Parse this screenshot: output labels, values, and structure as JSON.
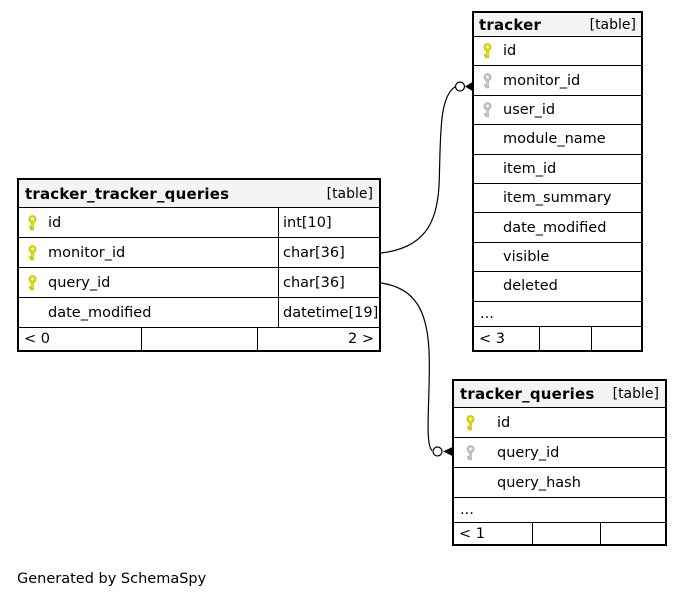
{
  "credit": "Generated by SchemaSpy",
  "ellipsis_label": "...",
  "colors": {
    "border": "#000000",
    "header_bg": "#f4f4f4",
    "edge": "#000000",
    "primary_key_fill": "#e5e500",
    "primary_key_stroke": "#b9b900",
    "foreign_key_fill": "#cccccc",
    "foreign_key_stroke": "#ababab"
  },
  "tables": [
    {
      "id": "t1",
      "name": "tracker_tracker_queries",
      "tag": "[table]",
      "columns": [
        {
          "name": "id",
          "type": "int[10]",
          "key": "primary"
        },
        {
          "name": "monitor_id",
          "type": "char[36]",
          "key": "primary"
        },
        {
          "name": "query_id",
          "type": "char[36]",
          "key": "primary"
        },
        {
          "name": "date_modified",
          "type": "datetime[19]",
          "key": "none"
        }
      ],
      "ellipsis": false,
      "footer": {
        "left": "< 0",
        "middle": "",
        "right": "2 >"
      }
    },
    {
      "id": "t2",
      "name": "tracker",
      "tag": "[table]",
      "columns": [
        {
          "name": "id",
          "key": "primary"
        },
        {
          "name": "monitor_id",
          "key": "foreign"
        },
        {
          "name": "user_id",
          "key": "foreign"
        },
        {
          "name": "module_name",
          "key": "none"
        },
        {
          "name": "item_id",
          "key": "none"
        },
        {
          "name": "item_summary",
          "key": "none"
        },
        {
          "name": "date_modified",
          "key": "none"
        },
        {
          "name": "visible",
          "key": "none"
        },
        {
          "name": "deleted",
          "key": "none"
        }
      ],
      "ellipsis": true,
      "footer": {
        "left": "< 3",
        "middle": "",
        "right": ""
      }
    },
    {
      "id": "t3",
      "name": "tracker_queries",
      "tag": "[table]",
      "columns": [
        {
          "name": "id",
          "key": "primary"
        },
        {
          "name": "query_id",
          "key": "foreign"
        },
        {
          "name": "query_hash",
          "key": "none"
        }
      ],
      "ellipsis": true,
      "footer": {
        "left": "< 1",
        "middle": "",
        "right": ""
      }
    }
  ],
  "relationships": [
    {
      "from_table": "tracker_tracker_queries",
      "from_column": "monitor_id",
      "to_table": "tracker",
      "to_column": "monitor_id"
    },
    {
      "from_table": "tracker_tracker_queries",
      "from_column": "query_id",
      "to_table": "tracker_queries",
      "to_column": "query_id"
    }
  ]
}
